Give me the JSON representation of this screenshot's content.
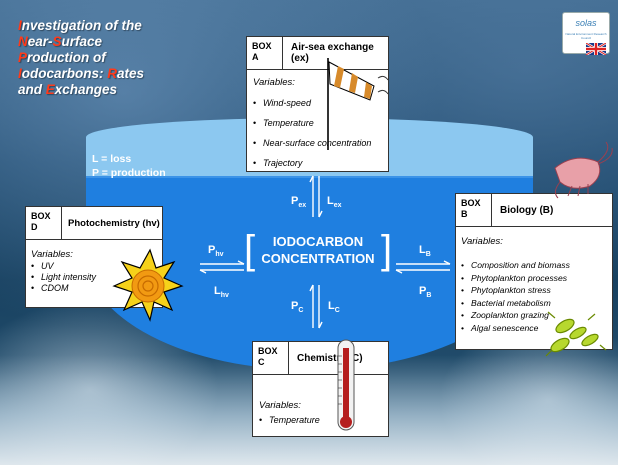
{
  "title_lines": [
    {
      "cap": "I",
      "rest": "nvestigation of the"
    },
    {
      "cap": "N",
      "rest": "ear-",
      "cap2": "S",
      "rest2": "urface"
    },
    {
      "cap": "P",
      "rest": "roduction of"
    },
    {
      "cap": "I",
      "rest": "odocarbons: ",
      "cap2": "R",
      "rest2": "ates"
    },
    {
      "pre": "and ",
      "cap": "E",
      "rest": "xchanges"
    }
  ],
  "definitions": [
    "L = loss",
    "P = production"
  ],
  "logo": {
    "text": "solas",
    "subtext": "Natural Environment Research Council"
  },
  "center_label": [
    "IODOCARBON",
    "CONCENTRATION"
  ],
  "vars_label": "Variables:",
  "boxes": {
    "a": {
      "tag": [
        "BOX",
        "A"
      ],
      "title": "Air-sea exchange (ex)",
      "variables": [
        "Wind-speed",
        "Temperature",
        "Near-surface concentration",
        "Trajectory"
      ]
    },
    "b": {
      "tag": [
        "BOX",
        "B"
      ],
      "title": "Biology (B)",
      "variables": [
        "Composition and biomass",
        "Phytoplankton processes",
        "Phytoplankton stress",
        "Bacterial metabolism",
        "Zooplankton grazing",
        "Algal senescence"
      ]
    },
    "c": {
      "tag": [
        "BOX",
        "C"
      ],
      "title": "Chemistry (C)",
      "variables": [
        "Temperature"
      ]
    },
    "d": {
      "tag": [
        "BOX",
        "D"
      ],
      "title": "Photochemistry (hv)",
      "variables": [
        "UV",
        "Light intensity",
        "CDOM"
      ]
    }
  },
  "fluxes": {
    "p_ex": {
      "letter": "P",
      "sub": "ex"
    },
    "l_ex": {
      "letter": "L",
      "sub": "ex"
    },
    "p_hv": {
      "letter": "P",
      "sub": "hv"
    },
    "l_hv": {
      "letter": "L",
      "sub": "hv"
    },
    "l_b": {
      "letter": "L",
      "sub": "B"
    },
    "p_b": {
      "letter": "P",
      "sub": "B"
    },
    "p_c": {
      "letter": "P",
      "sub": "C"
    },
    "l_c": {
      "letter": "L",
      "sub": "C"
    }
  },
  "colors": {
    "title_accent": "#ff3a1a",
    "water": "#1f7fe0",
    "water_light": "#8cc8f0"
  },
  "icons": [
    "windsock-icon",
    "shrimp-icon",
    "sun-icon",
    "thermometer-icon",
    "phytoplankton-icon",
    "uk-flag-icon"
  ]
}
